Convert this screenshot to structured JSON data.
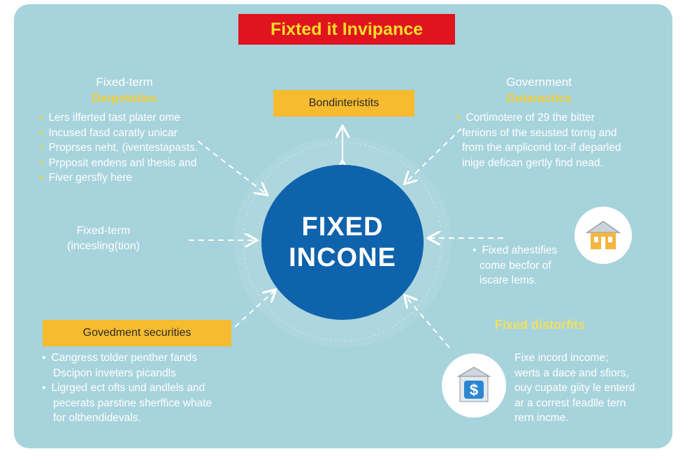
{
  "title": "Fixted it Invipance",
  "center": {
    "line1": "FIXED",
    "line2": "INCONE"
  },
  "top_left": {
    "heading1": "Fixed-term",
    "heading2": "Derpoteties",
    "items": [
      "Lers ifferted tast plater ome",
      "Incused fasd caratly unicar",
      "Proprses neht, (iventestapasts.",
      "Prpposit endens anl thesis and",
      "Fiver gersfly here"
    ]
  },
  "top_pill": "Bondinteristits",
  "top_right": {
    "heading1": "Government",
    "heading2": "Gotaractics",
    "lines": [
      "Cortimotere of 29 the bitter",
      "fenions of the seusted torng and",
      "from the anplicond tor-if deparled",
      "inige defican gertly find nead."
    ]
  },
  "mid_left": {
    "line1": "Fixed-term",
    "line2": "(incesling(tion)"
  },
  "mid_right": {
    "lines": [
      "Fixed ahestifies",
      "come becfor of",
      "iscare lems."
    ],
    "icon": "house-icon"
  },
  "bottom_left": {
    "pill": "Govedment securities",
    "lines": [
      "Cangress tolder penther fands",
      "Dscipon inveters picandls",
      "Ligrged ect ofts und andlels and",
      "pecerats parstine sherffice whate",
      "for olthendidevals."
    ]
  },
  "bottom_right": {
    "label": "Fixed distorfits",
    "lines": [
      "Fixe incord income;",
      "werts a dace and sfiors,",
      "ouy cupate giity le enterd",
      "ar a correst feadlle tern",
      "rern incme."
    ],
    "icon": "bank-dollar-icon"
  },
  "colors": {
    "background": "#a7d3dc",
    "title_bg": "#e0141e",
    "title_text": "#f5dc2a",
    "center": "#0f62ac",
    "pill": "#f6bb2e",
    "accent_yellow": "#f2cd33"
  }
}
